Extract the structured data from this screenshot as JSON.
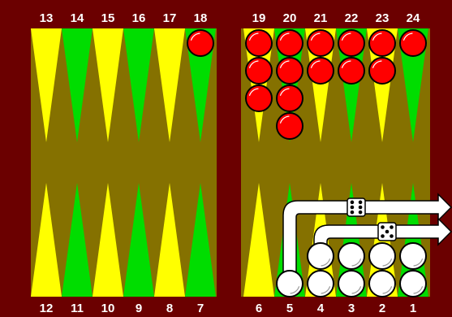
{
  "board": {
    "colors": {
      "frame": "#6b0000",
      "felt": "#857100",
      "point_light": "#ffff00",
      "point_dark": "#00dd00",
      "red_checker": "#ff0000",
      "white_checker": "#ffffff",
      "label": "#ffffff",
      "bar": "#6b0000"
    },
    "top_labels": [
      "13",
      "14",
      "15",
      "16",
      "17",
      "18",
      "19",
      "20",
      "21",
      "22",
      "23",
      "24"
    ],
    "bottom_labels": [
      "12",
      "11",
      "10",
      "9",
      "8",
      "7",
      "6",
      "5",
      "4",
      "3",
      "2",
      "1"
    ],
    "red_checkers": [
      {
        "point": 18,
        "count": 1
      },
      {
        "point": 19,
        "count": 3
      },
      {
        "point": 20,
        "count": 4
      },
      {
        "point": 21,
        "count": 2
      },
      {
        "point": 22,
        "count": 2
      },
      {
        "point": 23,
        "count": 2
      },
      {
        "point": 24,
        "count": 1
      }
    ],
    "white_checkers": [
      {
        "point": 5,
        "count": 1
      },
      {
        "point": 4,
        "count": 2
      },
      {
        "point": 3,
        "count": 2
      },
      {
        "point": 2,
        "count": 2
      },
      {
        "point": 1,
        "count": 2
      }
    ],
    "dice": [
      {
        "value": 6,
        "from_point": 5
      },
      {
        "value": 5,
        "from_point": 4
      }
    ],
    "moves": [
      {
        "from": 5,
        "to": "off",
        "die": 6
      },
      {
        "from": 4,
        "to": "off",
        "die": 5
      }
    ],
    "icons": [
      "die-icon",
      "move-arrow-icon",
      "checker-icon"
    ]
  }
}
